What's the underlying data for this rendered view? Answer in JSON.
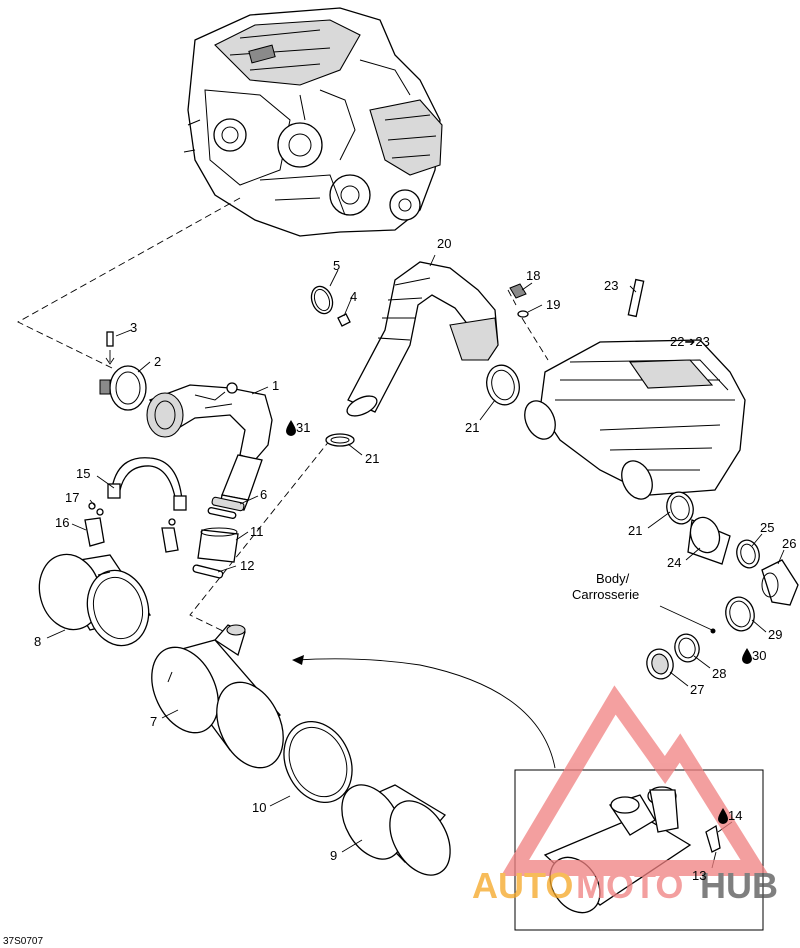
{
  "drawing_id": "37S0707",
  "callouts": {
    "c1": "1",
    "c2": "2",
    "c3": "3",
    "c4": "4",
    "c5": "5",
    "c6": "6",
    "c7": "7",
    "c8": "8",
    "c9": "9",
    "c10": "10",
    "c11": "11",
    "c12": "12",
    "c13": "13",
    "c14": "14",
    "c15": "15",
    "c16": "16",
    "c17": "17",
    "c18": "18",
    "c19": "19",
    "c20": "20",
    "c21a": "21",
    "c21b": "21",
    "c21c": "21",
    "c22": "22➔23",
    "c23": "23",
    "c24": "24",
    "c25": "25",
    "c26": "26",
    "c27": "27",
    "c28": "28",
    "c29": "29",
    "c30": "30",
    "c31": "31"
  },
  "note": {
    "line1": "Body/",
    "line2": "Carrosserie"
  },
  "watermark": {
    "part1": "AUTO",
    "part2": "MOTO",
    "part3": "HUB",
    "color_orange": "#f5a623",
    "color_pink": "#f08080",
    "color_dark": "#555555"
  },
  "colors": {
    "line": "#000000",
    "shade": "#d9d9d9"
  }
}
